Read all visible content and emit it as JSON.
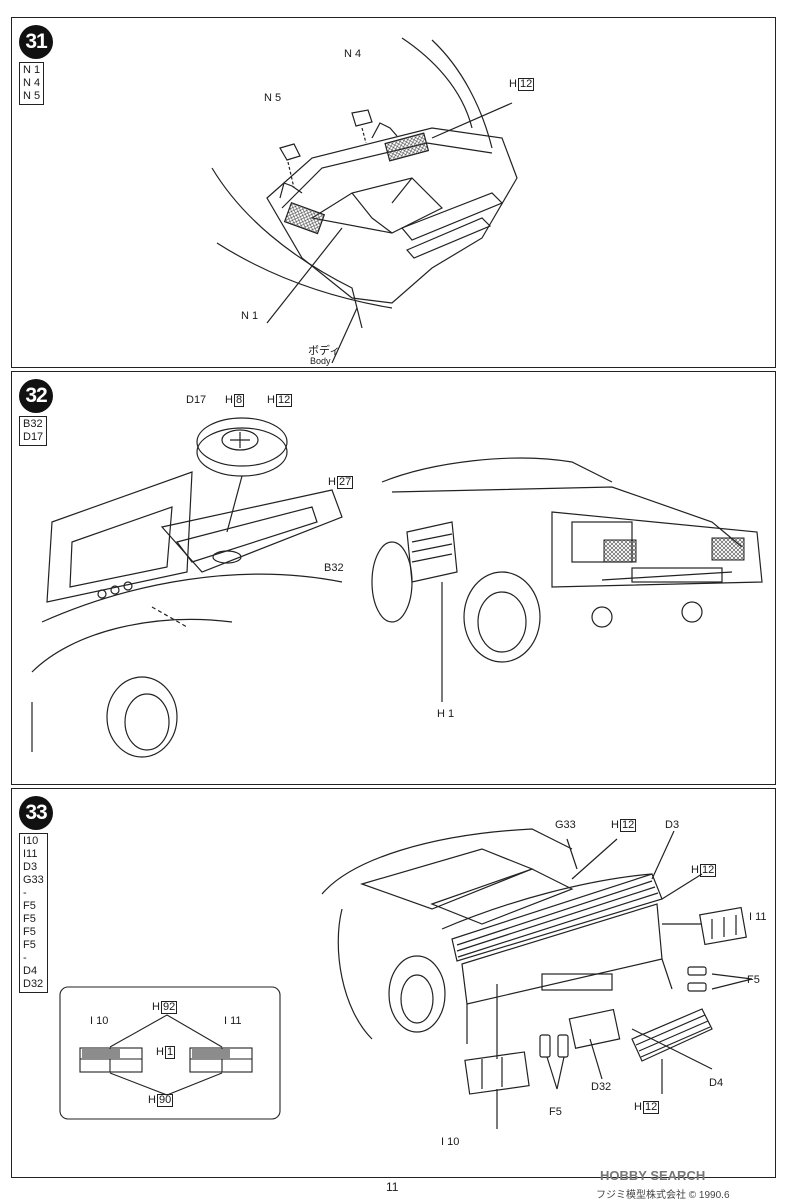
{
  "steps": [
    {
      "number": "31",
      "parts": [
        "N 1",
        "N 4",
        "N 5"
      ],
      "labels": {
        "n4": "N 4",
        "n5": "N 5",
        "h_prefix": "H",
        "h_num": "12",
        "n1": "N 1",
        "body_jp": "ボディ",
        "body_en": "Body"
      }
    },
    {
      "number": "32",
      "parts": [
        "B32",
        "D17"
      ],
      "labels": {
        "d17": "D17",
        "h8_prefix": "H",
        "h8_num": "8",
        "h12_prefix": "H",
        "h12_num": "12",
        "h27_prefix": "H",
        "h27_num": "27",
        "b32": "B32",
        "h1": "H 1"
      }
    },
    {
      "number": "33",
      "parts": [
        "I10",
        "I11",
        "D3",
        "G33",
        "-",
        "F5",
        "F5",
        "F5",
        "F5",
        "-",
        "D4",
        "D32"
      ],
      "labels": {
        "g33": "G33",
        "h12a_prefix": "H",
        "h12a_num": "12",
        "d3": "D3",
        "h12b_prefix": "H",
        "h12b_num": "12",
        "i11": "I 11",
        "f5_right": "F5",
        "d4": "D4",
        "d32": "D32",
        "f5_bottom": "F5",
        "h12c_prefix": "H",
        "h12c_num": "12",
        "i10": "I 10"
      },
      "inset": {
        "h92_prefix": "H",
        "h92_num": "92",
        "i10": "I 10",
        "i11": "I 11",
        "h1_prefix": "H",
        "h1_num": "1",
        "h90_prefix": "H",
        "h90_num": "90"
      }
    }
  ],
  "footer": {
    "page_number": "11",
    "watermark": "HOBBY SEARCH",
    "copyright": "フジミ模型株式会社 © 1990.6"
  }
}
